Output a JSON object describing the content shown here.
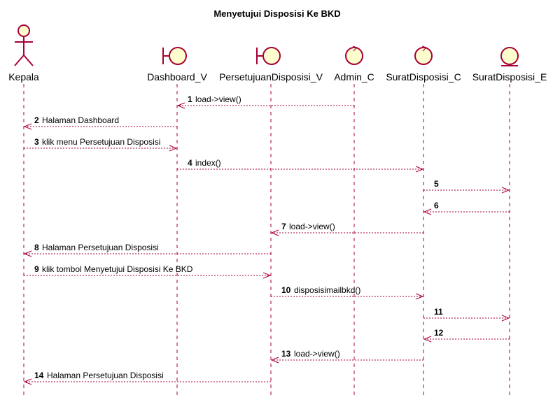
{
  "title": "Menyetujui Disposisi Ke BKD",
  "colors": {
    "line": "#a80036",
    "fill": "#fefece"
  },
  "participants": [
    {
      "id": "kepala",
      "label": "Kepala",
      "kind": "actor"
    },
    {
      "id": "dashboard_v",
      "label": "Dashboard_V",
      "kind": "boundary"
    },
    {
      "id": "persetujuan_v",
      "label": "PersetujuanDisposisi_V",
      "kind": "boundary"
    },
    {
      "id": "admin_c",
      "label": "Admin_C",
      "kind": "control"
    },
    {
      "id": "surat_c",
      "label": "SuratDisposisi_C",
      "kind": "control"
    },
    {
      "id": "surat_e",
      "label": "SuratDisposisi_E",
      "kind": "entity"
    }
  ],
  "messages": [
    {
      "num": "1",
      "text": "load->view()",
      "from": "admin_c",
      "to": "dashboard_v"
    },
    {
      "num": "2",
      "text": "Halaman Dashboard",
      "from": "dashboard_v",
      "to": "kepala"
    },
    {
      "num": "3",
      "text": "klik menu Persetujuan Disposisi",
      "from": "kepala",
      "to": "dashboard_v"
    },
    {
      "num": "4",
      "text": "index()",
      "from": "dashboard_v",
      "to": "surat_c"
    },
    {
      "num": "5",
      "text": "",
      "from": "surat_c",
      "to": "surat_e"
    },
    {
      "num": "6",
      "text": "",
      "from": "surat_e",
      "to": "surat_c"
    },
    {
      "num": "7",
      "text": "load->view()",
      "from": "surat_c",
      "to": "persetujuan_v"
    },
    {
      "num": "8",
      "text": "Halaman Persetujuan Disposisi",
      "from": "persetujuan_v",
      "to": "kepala"
    },
    {
      "num": "9",
      "text": "klik tombol Menyetujui Disposisi Ke BKD",
      "from": "kepala",
      "to": "persetujuan_v"
    },
    {
      "num": "10",
      "text": "disposisimailbkd()",
      "from": "persetujuan_v",
      "to": "surat_c"
    },
    {
      "num": "11",
      "text": "",
      "from": "surat_c",
      "to": "surat_e"
    },
    {
      "num": "12",
      "text": "",
      "from": "surat_e",
      "to": "surat_c"
    },
    {
      "num": "13",
      "text": "load->view()",
      "from": "surat_c",
      "to": "persetujuan_v"
    },
    {
      "num": "14",
      "text": "Halaman Persetujuan Disposisi",
      "from": "persetujuan_v",
      "to": "kepala"
    }
  ]
}
